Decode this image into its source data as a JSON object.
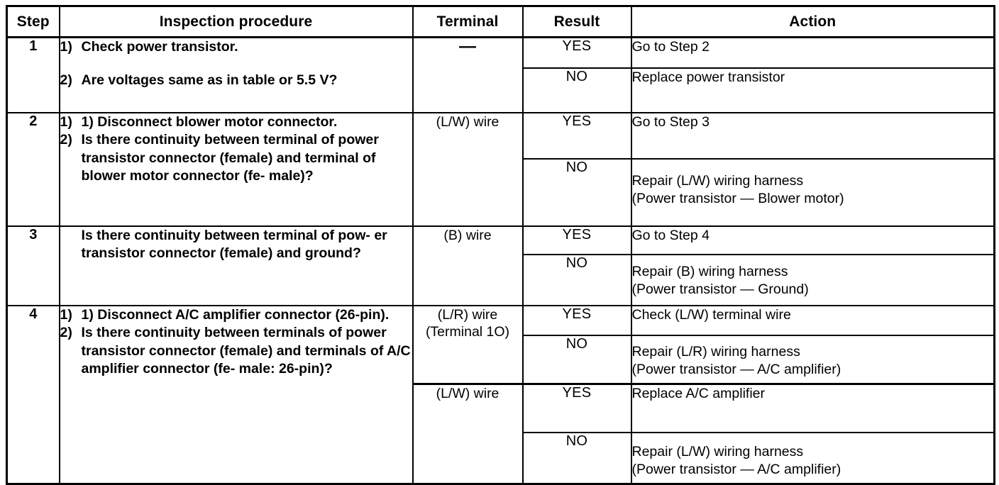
{
  "table": {
    "headers": {
      "step": "Step",
      "procedure": "Inspection procedure",
      "terminal": "Terminal",
      "result": "Result",
      "action": "Action"
    },
    "steps": [
      {
        "step": "1",
        "procedure_items": [
          {
            "marker": "1)",
            "text": "Check power transistor."
          },
          {
            "marker": "2)",
            "text": "Are voltages same as in table or 5.5 V?"
          }
        ],
        "terminal_groups": [
          {
            "terminal_lines": [
              "—"
            ],
            "outcomes": [
              {
                "result": "YES",
                "action_lines": [
                  "Go to Step 2"
                ]
              },
              {
                "result": "NO",
                "action_lines": [
                  "Replace power transistor"
                ]
              }
            ]
          }
        ]
      },
      {
        "step": "2",
        "procedure_items": [
          {
            "marker": "1)",
            "text": "Disconnect blower motor connector."
          },
          {
            "marker": "2)",
            "text": "Is there continuity between terminal of power transistor connector (female) and terminal of blower motor connector (female)?"
          }
        ],
        "terminal_groups": [
          {
            "terminal_lines": [
              "(L/W) wire"
            ],
            "outcomes": [
              {
                "result": "YES",
                "action_lines": [
                  "Go to Step 3"
                ]
              },
              {
                "result": "NO",
                "action_lines": [
                  "Repair (L/W) wiring harness",
                  "(Power transistor — Blower motor)"
                ]
              }
            ]
          }
        ]
      },
      {
        "step": "3",
        "procedure_items": [
          {
            "marker": "",
            "text": "Is there continuity between terminal of power transistor connector (female) and ground?"
          }
        ],
        "terminal_groups": [
          {
            "terminal_lines": [
              "(B) wire"
            ],
            "outcomes": [
              {
                "result": "YES",
                "action_lines": [
                  "Go to Step 4"
                ]
              },
              {
                "result": "NO",
                "action_lines": [
                  "Repair (B) wiring harness",
                  "(Power transistor — Ground)"
                ]
              }
            ]
          }
        ]
      },
      {
        "step": "4",
        "procedure_items": [
          {
            "marker": "1)",
            "text": "Disconnect A/C amplifier connector (26-pin)."
          },
          {
            "marker": "2)",
            "text": "Is there continuity between terminals of power transistor connector (female) and terminals of A/C amplifier connector (female: 26-pin)?"
          }
        ],
        "terminal_groups": [
          {
            "terminal_lines": [
              "(L/R) wire",
              "(Terminal 1O)"
            ],
            "outcomes": [
              {
                "result": "YES",
                "action_lines": [
                  "Check (L/W) terminal wire"
                ]
              },
              {
                "result": "NO",
                "action_lines": [
                  "Repair (L/R) wiring harness",
                  "(Power transistor — A/C amplifier)"
                ]
              }
            ]
          },
          {
            "terminal_lines": [
              "(L/W) wire"
            ],
            "outcomes": [
              {
                "result": "YES",
                "action_lines": [
                  "Replace A/C amplifier"
                ]
              },
              {
                "result": "NO",
                "action_lines": [
                  "Repair (L/W) wiring harness",
                  "(Power transistor — A/C amplifier)"
                ]
              }
            ]
          }
        ]
      }
    ]
  },
  "procedure_wrapped": {
    "s1i1": [
      "1) Check power transistor."
    ],
    "s1i2": [
      "2) Are voltages same as in table or 5.5 V?"
    ],
    "s2i1": [
      "1) Disconnect blower motor connector."
    ],
    "s2i2": [
      "2) Is there continuity between terminal of",
      "power transistor connector (female) and",
      "terminal of blower motor connector (fe-",
      "male)?"
    ],
    "s3i1": [
      "Is there continuity between terminal of pow-",
      "er transistor connector (female) and",
      "ground?"
    ],
    "s4i1": [
      "1) Disconnect A/C amplifier connector",
      "(26-pin)."
    ],
    "s4i2": [
      "2) Is there continuity between terminals of",
      "power transistor connector (female) and",
      "terminals of A/C amplifier connector (fe-",
      "male: 26-pin)?"
    ]
  }
}
